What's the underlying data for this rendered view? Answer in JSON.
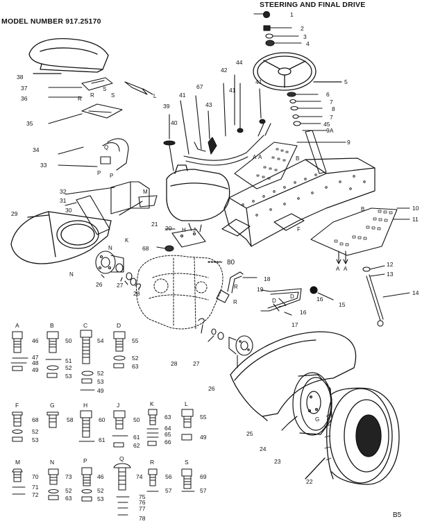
{
  "header": {
    "model": "MODEL NUMBER 917.25170",
    "section": "STEERING AND FINAL DRIVE"
  },
  "footer": {
    "page": "B5"
  },
  "callouts": [
    {
      "id": "c1",
      "label": "1"
    },
    {
      "id": "c2",
      "label": "2"
    },
    {
      "id": "c3",
      "label": "3"
    },
    {
      "id": "c4",
      "label": "4"
    },
    {
      "id": "c5",
      "label": "5"
    },
    {
      "id": "c6",
      "label": "6"
    },
    {
      "id": "c7a",
      "label": "7"
    },
    {
      "id": "c8",
      "label": "8"
    },
    {
      "id": "c7b",
      "label": "7"
    },
    {
      "id": "c45",
      "label": "45"
    },
    {
      "id": "c9a",
      "label": "9A"
    },
    {
      "id": "c9",
      "label": "9"
    },
    {
      "id": "c10",
      "label": "10"
    },
    {
      "id": "c11",
      "label": "11"
    },
    {
      "id": "c12",
      "label": "12"
    },
    {
      "id": "c13",
      "label": "13"
    },
    {
      "id": "c14",
      "label": "14"
    },
    {
      "id": "c15",
      "label": "15"
    },
    {
      "id": "c16a",
      "label": "16"
    },
    {
      "id": "c16b",
      "label": "16"
    },
    {
      "id": "c17",
      "label": "17"
    },
    {
      "id": "c18",
      "label": "18"
    },
    {
      "id": "c19",
      "label": "19"
    },
    {
      "id": "c20",
      "label": "20"
    },
    {
      "id": "c21",
      "label": "21"
    },
    {
      "id": "c22",
      "label": "22"
    },
    {
      "id": "c23",
      "label": "23"
    },
    {
      "id": "c24",
      "label": "24"
    },
    {
      "id": "c25",
      "label": "25"
    },
    {
      "id": "c26a",
      "label": "26"
    },
    {
      "id": "c26b",
      "label": "26"
    },
    {
      "id": "c27a",
      "label": "27"
    },
    {
      "id": "c27b",
      "label": "27"
    },
    {
      "id": "c28a",
      "label": "28"
    },
    {
      "id": "c28b",
      "label": "28"
    },
    {
      "id": "c29",
      "label": "29"
    },
    {
      "id": "c30",
      "label": "30"
    },
    {
      "id": "c31",
      "label": "31"
    },
    {
      "id": "c32",
      "label": "32"
    },
    {
      "id": "c33",
      "label": "33"
    },
    {
      "id": "c34",
      "label": "34"
    },
    {
      "id": "c35",
      "label": "35"
    },
    {
      "id": "c36",
      "label": "36"
    },
    {
      "id": "c37",
      "label": "37"
    },
    {
      "id": "c38",
      "label": "38"
    },
    {
      "id": "c39",
      "label": "39"
    },
    {
      "id": "c40",
      "label": "40"
    },
    {
      "id": "c41a",
      "label": "41"
    },
    {
      "id": "c41b",
      "label": "41"
    },
    {
      "id": "c41c",
      "label": "41"
    },
    {
      "id": "c42",
      "label": "42"
    },
    {
      "id": "c43",
      "label": "43"
    },
    {
      "id": "c44",
      "label": "44"
    },
    {
      "id": "c67",
      "label": "67"
    },
    {
      "id": "c68",
      "label": "68"
    },
    {
      "id": "c80",
      "label": "80"
    }
  ],
  "letters": [
    {
      "id": "lL",
      "label": "L"
    },
    {
      "id": "lS",
      "label": "S"
    },
    {
      "id": "lR1",
      "label": "R"
    },
    {
      "id": "lR2",
      "label": "R"
    },
    {
      "id": "lS2",
      "label": "S"
    },
    {
      "id": "lQ",
      "label": "Q"
    },
    {
      "id": "lP1",
      "label": "P"
    },
    {
      "id": "lP2",
      "label": "P"
    },
    {
      "id": "lM",
      "label": "M"
    },
    {
      "id": "lN1",
      "label": "N"
    },
    {
      "id": "lN2",
      "label": "N"
    },
    {
      "id": "lK",
      "label": "K"
    },
    {
      "id": "lH",
      "label": "H"
    },
    {
      "id": "lJ",
      "label": "J"
    },
    {
      "id": "lA1",
      "label": "A"
    },
    {
      "id": "lA2",
      "label": "A"
    },
    {
      "id": "lB",
      "label": "B"
    },
    {
      "id": "lB2",
      "label": "B"
    },
    {
      "id": "lF",
      "label": "F"
    },
    {
      "id": "lA3",
      "label": "A"
    },
    {
      "id": "lA4",
      "label": "A"
    },
    {
      "id": "lR3",
      "label": "R"
    },
    {
      "id": "lR4",
      "label": "R"
    },
    {
      "id": "lD1",
      "label": "D"
    },
    {
      "id": "lD2",
      "label": "D"
    },
    {
      "id": "lG",
      "label": "G"
    }
  ],
  "hardware_groups": [
    {
      "id": "A",
      "name": "A",
      "items": [
        "46",
        "47",
        "48",
        "49"
      ]
    },
    {
      "id": "B",
      "name": "B",
      "items": [
        "50",
        "51",
        "52",
        "53"
      ]
    },
    {
      "id": "C",
      "name": "C",
      "items": [
        "54",
        "52",
        "53",
        "49"
      ]
    },
    {
      "id": "D",
      "name": "D",
      "items": [
        "55",
        "52",
        "63"
      ]
    },
    {
      "id": "F",
      "name": "F",
      "items": [
        "68",
        "52",
        "53"
      ]
    },
    {
      "id": "G",
      "name": "G",
      "items": [
        "58"
      ]
    },
    {
      "id": "H",
      "name": "H",
      "items": [
        "60",
        "61"
      ]
    },
    {
      "id": "J",
      "name": "J",
      "items": [
        "50",
        "61",
        "62"
      ]
    },
    {
      "id": "K",
      "name": "K",
      "items": [
        "63",
        "64",
        "65",
        "66"
      ]
    },
    {
      "id": "L",
      "name": "L",
      "items": [
        "55",
        "49"
      ]
    },
    {
      "id": "M",
      "name": "M",
      "items": [
        "70",
        "71",
        "72"
      ]
    },
    {
      "id": "N",
      "name": "N",
      "items": [
        "73",
        "52",
        "63"
      ]
    },
    {
      "id": "P",
      "name": "P",
      "items": [
        "46",
        "52",
        "53"
      ]
    },
    {
      "id": "Q",
      "name": "Q",
      "items": [
        "74",
        "75",
        "76",
        "77",
        "78"
      ]
    },
    {
      "id": "R",
      "name": "R",
      "items": [
        "56",
        "57"
      ]
    },
    {
      "id": "S",
      "name": "S",
      "items": [
        "69",
        "57"
      ]
    }
  ]
}
